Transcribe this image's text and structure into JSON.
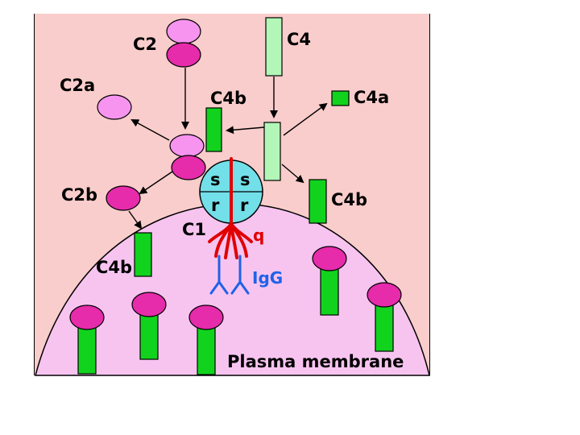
{
  "colors": {
    "background": "#f9cdcb",
    "cell": "#f7c4f0",
    "magenta": "#e62bab",
    "pink": "#f794f0",
    "green": "#11d31e",
    "light_green": "#b2f7b8",
    "c1_body": "#73dfe8",
    "red": "#e10000",
    "blue": "#1f62e8"
  },
  "labels": {
    "c2": "C2",
    "c4": "C4",
    "c2a": "C2a",
    "c4b_top": "C4b",
    "c4a": "C4a",
    "c4b_right": "C4b",
    "c2b": "C2b",
    "c4b_left": "C4b",
    "c1": "C1",
    "q": "q",
    "igg": "IgG",
    "s1": "s",
    "s2": "s",
    "r1": "r",
    "r2": "r",
    "membrane": "Plasma membrane"
  }
}
